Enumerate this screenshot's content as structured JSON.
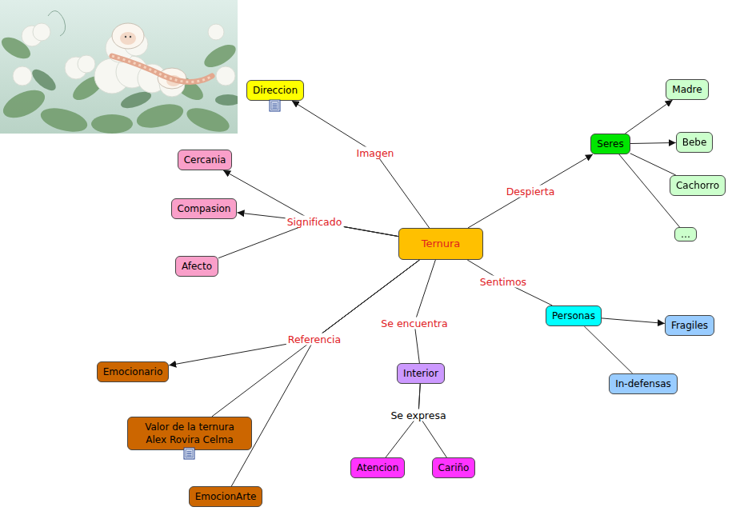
{
  "diagram": {
    "nodes": [
      {
        "text": [
          "Direccion"
        ]
      },
      {
        "text": [
          "Seres"
        ]
      },
      {
        "text": [
          "Madre"
        ]
      },
      {
        "text": [
          "Bebe"
        ]
      },
      {
        "text": [
          "Cachorro"
        ]
      },
      {
        "text": [
          "…"
        ]
      },
      {
        "text": [
          "Cercania"
        ]
      },
      {
        "text": [
          "Compasion"
        ]
      },
      {
        "text": [
          "Ternura"
        ]
      },
      {
        "text": [
          "Afecto"
        ]
      },
      {
        "text": [
          "Personas"
        ]
      },
      {
        "text": [
          "Fragiles"
        ]
      },
      {
        "text": [
          "Emocionario"
        ]
      },
      {
        "text": [
          "Interior"
        ]
      },
      {
        "text": [
          "In-defensas"
        ]
      },
      {
        "text": [
          "Valor de la ternura Alex Rovira Celma"
        ]
      },
      {
        "text": [
          "Atencion"
        ]
      },
      {
        "text": [
          "Cariño"
        ]
      },
      {
        "text": [
          "EmocionArte"
        ]
      }
    ],
    "edges": [
      {
        "from": 8,
        "to": 0,
        "label": "Imagen",
        "arrow": "to"
      },
      {
        "from": 8,
        "to": 1,
        "label": "Despierta",
        "arrow": "to"
      },
      {
        "from": 1,
        "to": 2,
        "arrow": "to"
      },
      {
        "from": 1,
        "to": 3,
        "arrow": "to"
      },
      {
        "from": 1,
        "to": 4,
        "arrow": "none"
      },
      {
        "from": 1,
        "to": 5,
        "arrow": "none"
      },
      {
        "from": 8,
        "to": 6,
        "label": "Significado",
        "arrow": "to"
      },
      {
        "from": 8,
        "to": 7,
        "arrow": "to"
      },
      {
        "from": 8,
        "to": 9,
        "arrow": "none"
      },
      {
        "from": 8,
        "to": 10,
        "label": "Sentimos",
        "arrow": "none"
      },
      {
        "from": 10,
        "to": 11,
        "arrow": "to"
      },
      {
        "from": 10,
        "to": 14,
        "arrow": "none"
      },
      {
        "from": 8,
        "to": 13,
        "label": "Se encuentra",
        "arrow": "none"
      },
      {
        "from": 13,
        "to": 16,
        "label": "Se expresa",
        "arrow": "none"
      },
      {
        "from": 13,
        "to": 17,
        "arrow": "none"
      },
      {
        "from": 8,
        "to": 12,
        "label": "Referencia",
        "arrow": "to"
      },
      {
        "from": 8,
        "to": 15,
        "arrow": "none"
      },
      {
        "from": 8,
        "to": 18,
        "arrow": "none"
      }
    ]
  }
}
